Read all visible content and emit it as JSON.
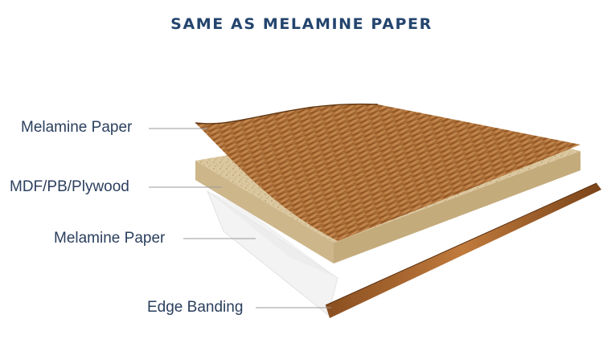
{
  "header": {
    "title": "SAME AS MELAMINE PAPER"
  },
  "layers": [
    {
      "label": "Melamine Paper"
    },
    {
      "label": "MDF/PB/Plywood"
    },
    {
      "label": "Melamine Paper"
    },
    {
      "label": "Edge Banding"
    }
  ],
  "colors": {
    "title": "#24456e",
    "label_text": "#2b3f5e",
    "leader_line": "#9a9a9a",
    "wood_grain_dark": "#7a4a1e",
    "wood_grain_light": "#c98a4c",
    "board_core": "#d8c39a",
    "backing_paper": "#f2f2f2"
  }
}
